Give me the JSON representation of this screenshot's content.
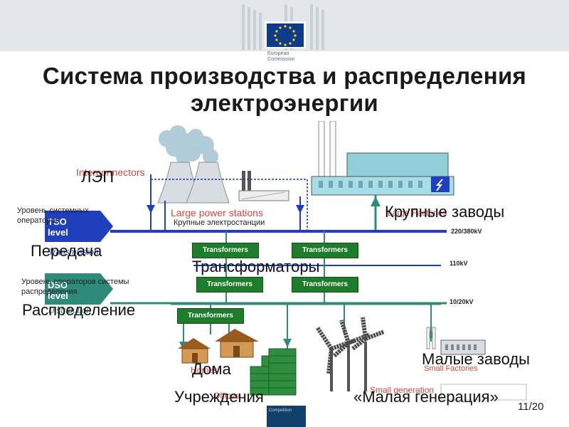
{
  "header": {
    "logo_text_line1": "European",
    "logo_text_line2": "Commission",
    "title_line1": "Система производства и распределения",
    "title_line2": "электроэнергии",
    "flag_color": "#0f3b8c",
    "star_color": "#ffd200"
  },
  "diagram": {
    "interconnectors_en": "Interconnectors",
    "lep_ru": "ЛЭП",
    "large_power_stations_en": "Large power stations",
    "large_power_stations_ru": "Крупные электростанции",
    "large_factories_ru": "Крупные заводы",
    "large_factories_en": "Large Factories",
    "tso_level_ru": "Уровень системных операторов",
    "tso_level_en_line1": "TSO",
    "tso_level_en_line2": "level",
    "transmission_ru": "Передача",
    "transmission_en": "Transmission",
    "transformers": "Transformers",
    "transformers_ru": "Трансформаторы",
    "dso_level_ru": "Уровень операторов системы распределения",
    "dso_level_en_line1": "DSO",
    "dso_level_en_line2": "level",
    "distribution_ru": "Распределение",
    "distribution_en": "Distribution",
    "voltage_high": "220/380kV",
    "voltage_mid": "110kV",
    "voltage_low": "10/20kV",
    "homes_ru": "Дома",
    "homes_en": "Homes",
    "offices_ru": "Учреждения",
    "offices_en": "Offices",
    "small_factories_ru": "Малые заводы",
    "small_factories_en": "Small Factories",
    "small_generation_ru": "«Малая генерация»",
    "small_generation_en": "Small generation",
    "line_color": "#1f3fbf",
    "green_line_color": "#2e8b7a",
    "transformer_color": "#1e7d2a"
  },
  "footer": {
    "page": "11/20",
    "band_text": "Competition"
  }
}
